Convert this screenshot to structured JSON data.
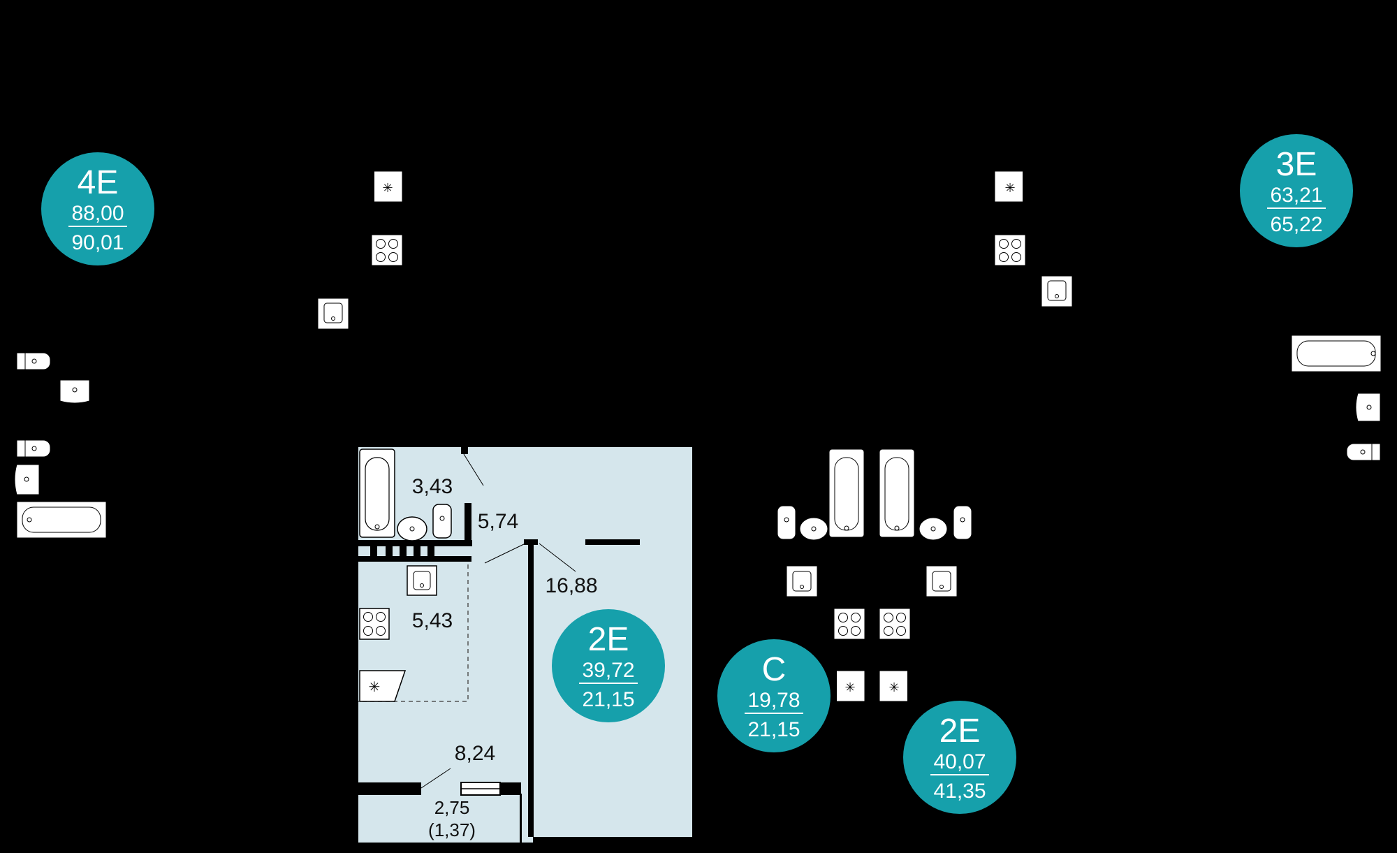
{
  "colors": {
    "background": "#000000",
    "room_fill": "#d5e6ec",
    "badge": "#16a0ab",
    "wall": "#000000",
    "fixture": "#ffffff"
  },
  "badges": [
    {
      "type": "4E",
      "area_living": "88,00",
      "area_total": "90,01"
    },
    {
      "type": "3E",
      "area_living": "63,21",
      "area_total": "65,22"
    },
    {
      "type": "2E",
      "area_living": "39,72",
      "area_total": "21,15"
    },
    {
      "type": "C",
      "area_living": "19,78",
      "area_total": "21,15"
    },
    {
      "type": "2E",
      "area_living": "40,07",
      "area_total": "41,35"
    }
  ],
  "rooms": {
    "bathroom": "3,43",
    "hall": "5,74",
    "kitchen": "5,43",
    "living": "16,88",
    "corridor": "8,24",
    "balcony": "2,75",
    "balcony_reduced": "(1,37)"
  },
  "icons": {
    "fan": "fan-icon",
    "stove": "stove-icon",
    "sink": "sink-icon",
    "toilet": "toilet-icon",
    "bathtub": "bathtub-icon"
  }
}
